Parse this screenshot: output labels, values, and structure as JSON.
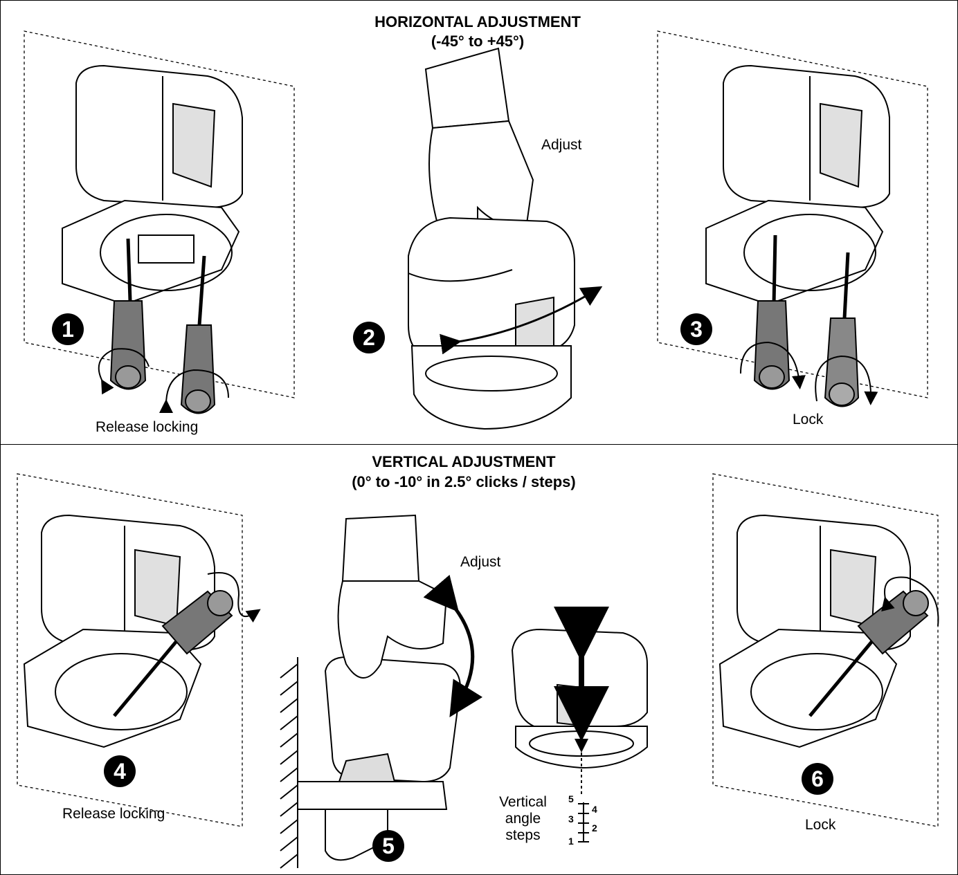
{
  "horizontal": {
    "title": "HORIZONTAL ADJUSTMENT",
    "range": "(-45° to +45°)",
    "steps": [
      {
        "number": "1",
        "caption": "Release locking"
      },
      {
        "number": "2",
        "caption": "Adjust"
      },
      {
        "number": "3",
        "caption": "Lock"
      }
    ]
  },
  "vertical": {
    "title": "VERTICAL ADJUSTMENT",
    "range": "(0° to -10° in 2.5° clicks / steps)",
    "steps": [
      {
        "number": "4",
        "caption": "Release locking"
      },
      {
        "number": "5",
        "caption": "Adjust"
      },
      {
        "number": "6",
        "caption": "Lock"
      }
    ],
    "angle_steps_label": [
      "Vertical",
      "angle",
      "steps"
    ],
    "angle_step_numbers": [
      "5",
      "4",
      "3",
      "2",
      "1"
    ]
  }
}
